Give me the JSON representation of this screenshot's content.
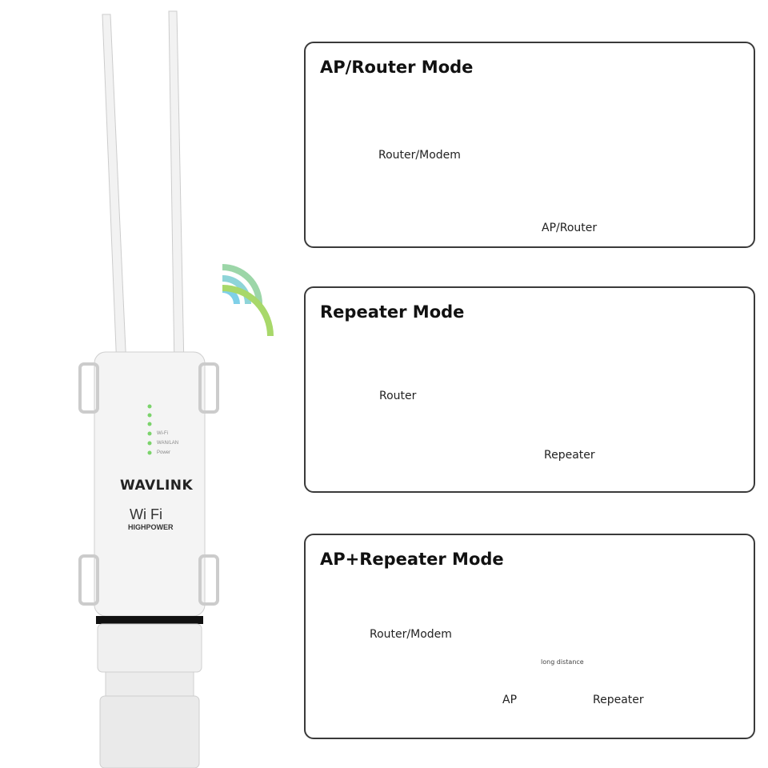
{
  "device": {
    "brand": "WAVLINK",
    "wifi_logo": "Wi Fi",
    "subtitle": "HIGHPOWER",
    "led_labels": [
      "Wi-Fi",
      "WAN/LAN",
      "Power"
    ],
    "signal_colors": [
      "#7fd0e8",
      "#a8d86a"
    ]
  },
  "panels": [
    {
      "title": "AP/Router Mode",
      "labels": {
        "source": "Router/Modem",
        "device": "AP/Router"
      }
    },
    {
      "title": "Repeater Mode",
      "labels": {
        "source": "Router",
        "device": "Repeater"
      }
    },
    {
      "title": "AP+Repeater Mode",
      "labels": {
        "source": "Router/Modem",
        "ap": "AP",
        "link": "long distance",
        "repeater": "Repeater"
      }
    }
  ],
  "client_icons": [
    "smartphone-icon",
    "tablet-icon",
    "laptop-icon"
  ]
}
